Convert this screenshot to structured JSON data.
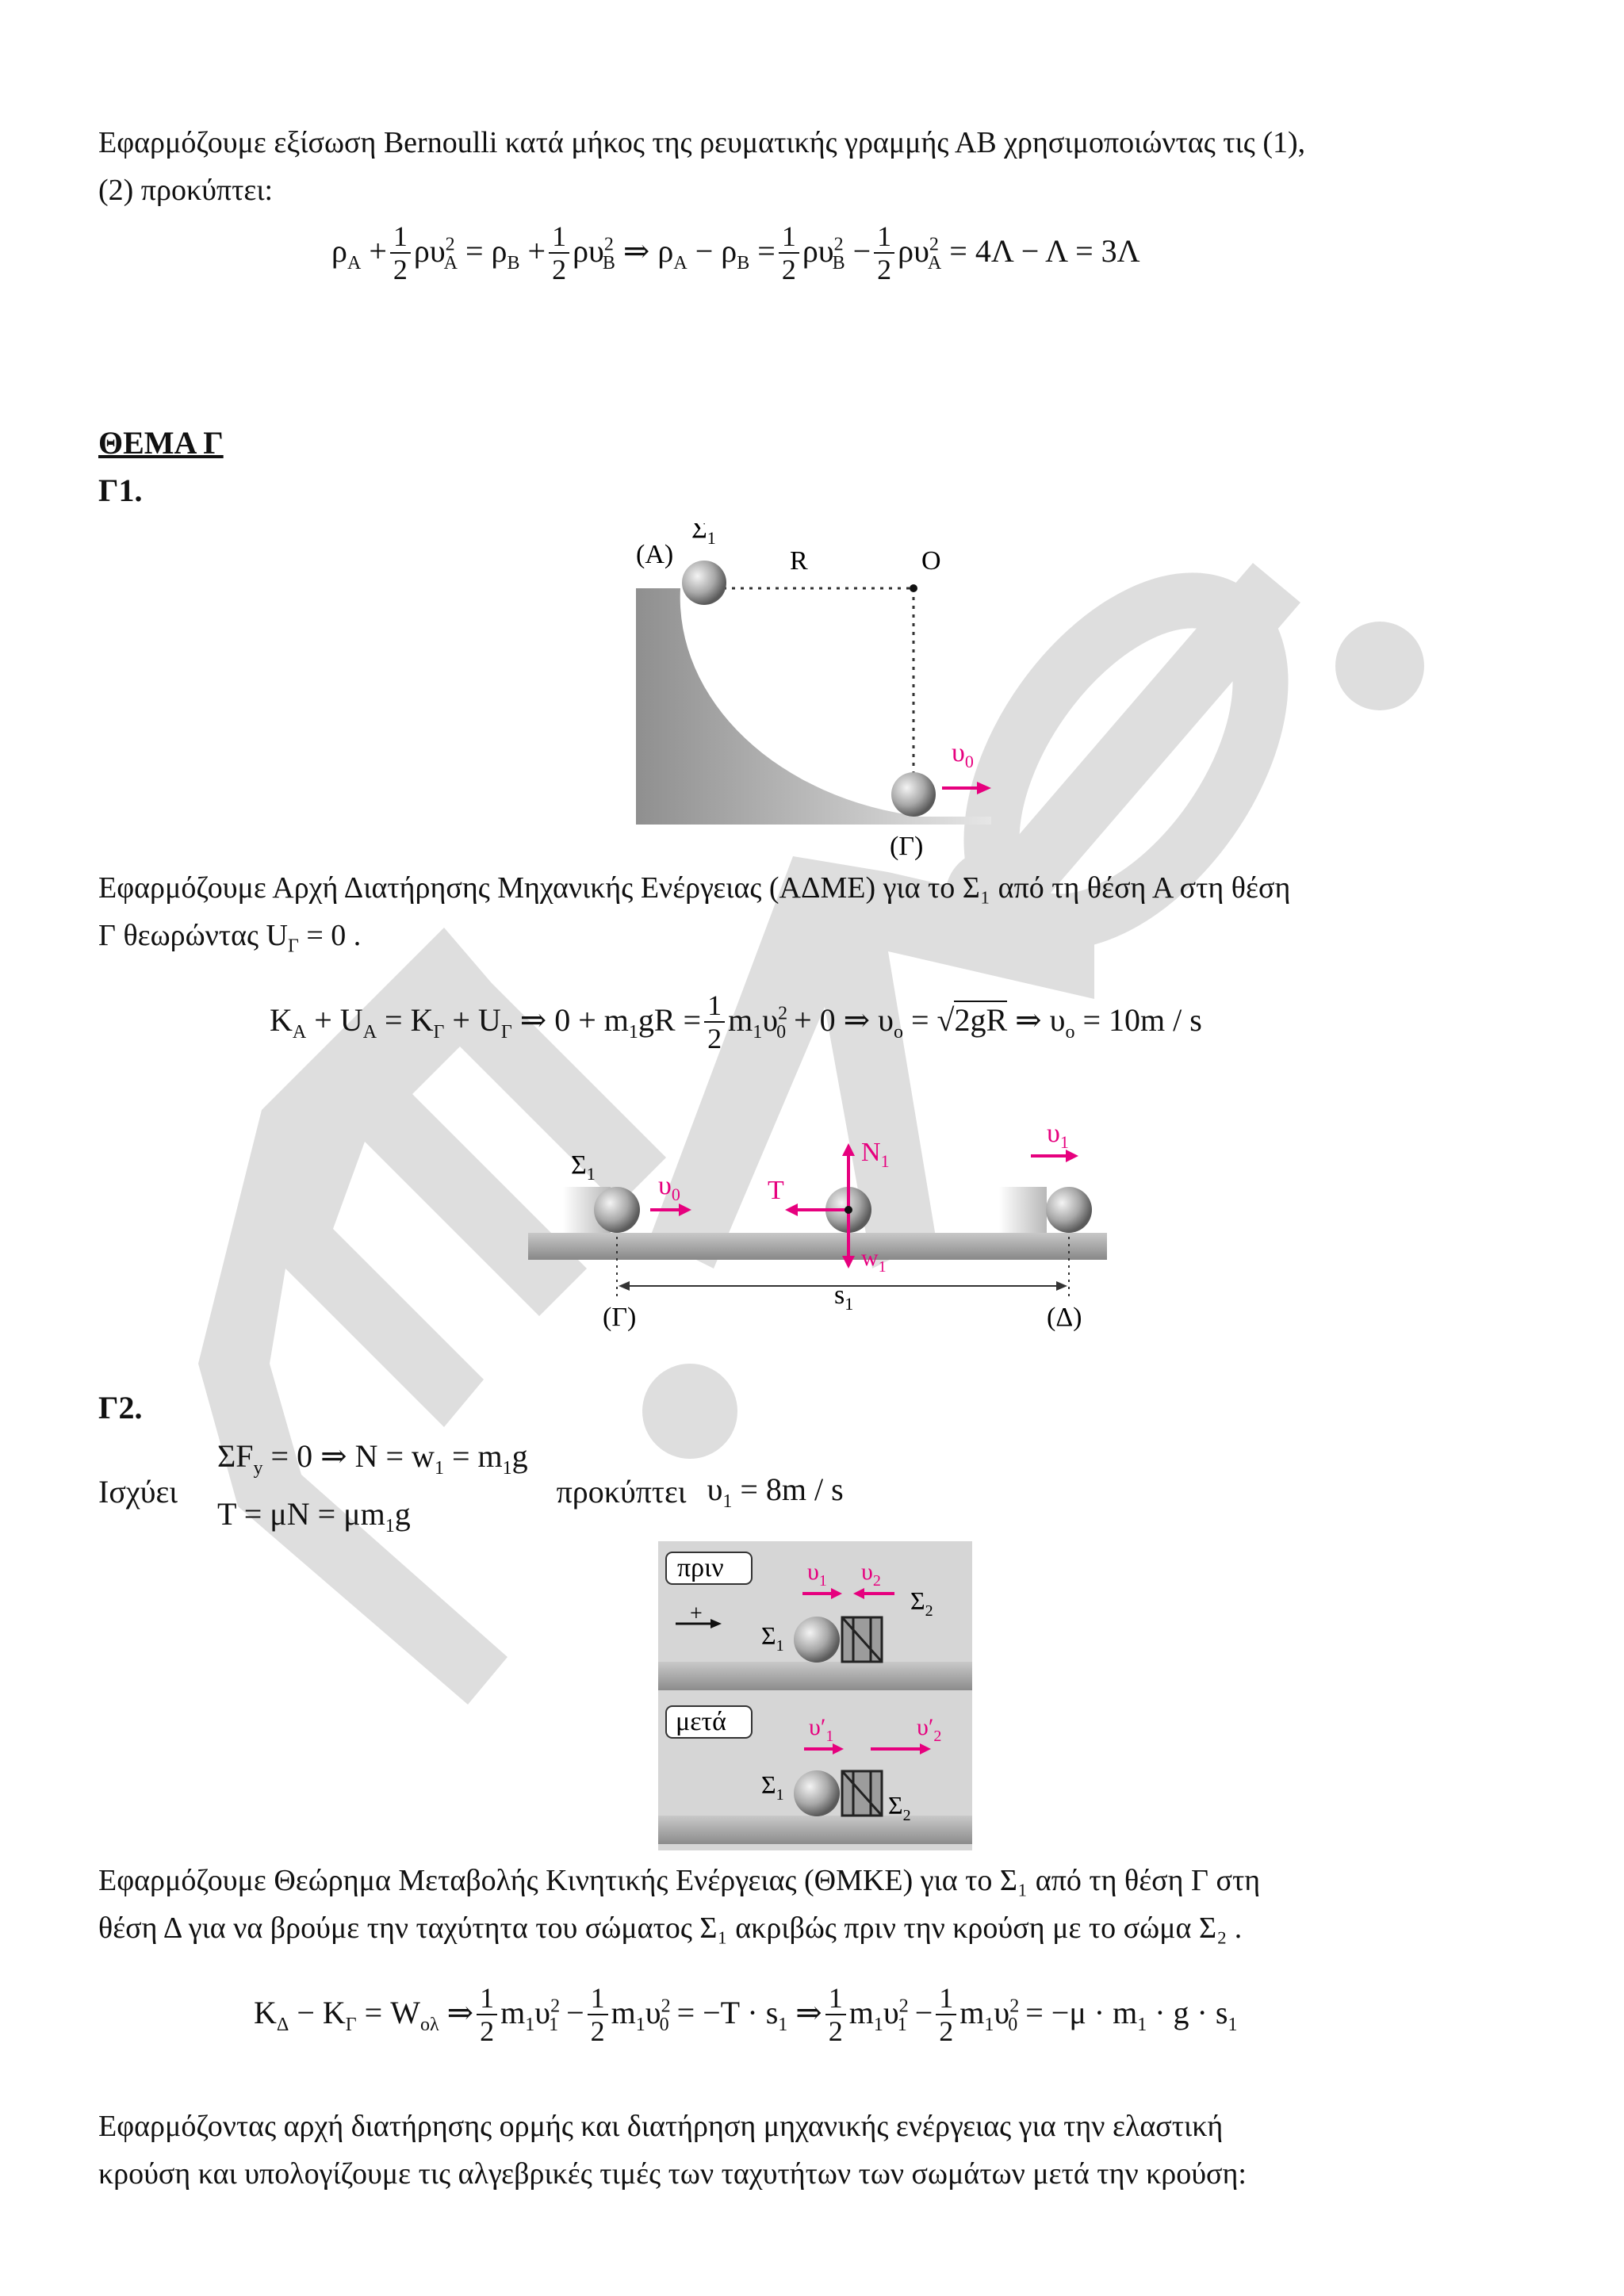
{
  "p1": "Εφαρμόζουμε εξίσωση Bernoulli κατά μήκος της ρευματικής γραμμής ΑΒ χρησιμοποιώντας τις (1),",
  "p1b": "(2) προκύπτει:",
  "eq_bernoulli": "ρΑ + ½ρυΑ² = ρΒ + ½ρυΒ² ⇒ ρΑ − ρΒ = ½ρυΒ² − ½ρυΑ² = 4Λ − Λ = 3Λ",
  "heading_theme": "ΘΕΜΑ Γ",
  "heading_g1": "Γ1.",
  "fig1": {
    "label_A": "(A)",
    "label_sigma1": "Σ",
    "label_R": "R",
    "label_O": "O",
    "label_v0": "υ",
    "label_G": "(Γ)"
  },
  "p2": "Εφαρμόζουμε Αρχή Διατήρησης Μηχανικής Ενέργειας (ΑΔΜΕ) για το Σ₁ από τη θέση Α στη θέση",
  "p2b": "Γ θεωρώντας U",
  "p2b_tail": "= 0 .",
  "eq_energy": "K_A + U_A = K_Γ + U_Γ ⇒ 0 + m₁gR = ½m₁υ₀² + 0 ⇒ υo = √(2gR) ⇒ υo = 10m/s",
  "fig2": {
    "label_sigma": "Σ",
    "label_v0": "υ",
    "label_T": "T",
    "label_N": "N",
    "label_w": "w",
    "label_v1": "υ",
    "label_s": "s",
    "label_G": "(Γ)",
    "label_D": "(Δ)"
  },
  "heading_g2": "Γ2.",
  "g2": {
    "isxyei": "Ισχύει",
    "result_word": "προκύπτει",
    "result_value": "υ₁ = 8m / s",
    "line1": "ΣFy = 0 ⇒ N = w₁ = m₁g",
    "line2": "T = μN = μm₁g"
  },
  "fig3": {
    "before": "πριν",
    "after": "μετά",
    "plus": "+",
    "sigma": "Σ"
  },
  "p3": "Εφαρμόζουμε Θεώρημα Μεταβολής Κινητικής Ενέργειας (ΘΜΚΕ) για το Σ₁ από τη θέση Γ στη",
  "p3b": "θέση Δ για να βρούμε την ταχύτητα του σώματος Σ₁ ακριβώς πριν την κρούση με το σώμα Σ₂ .",
  "eq_work": "K_Δ − K_Γ = W_ολ ⇒ ½m₁υ₁² − ½m₁υ₀² = −T·s₁ ⇒ ½m₁υ₁² − ½m₁υ₀² = −μ·m₁·g·s₁",
  "p4": "Εφαρμόζοντας αρχή διατήρησης ορμής και διατήρηση μηχανικής ενέργειας για την ελαστική",
  "p4b": "κρούση και υπολογίζουμε τις αλγεβρικές τιμές των ταχυτήτων των σωμάτων μετά την κρούση:",
  "colors": {
    "magenta": "#e6007e",
    "ground": "#a9a9a9",
    "ball": "#b4b4b4",
    "watermark": "#d9d9d9"
  }
}
